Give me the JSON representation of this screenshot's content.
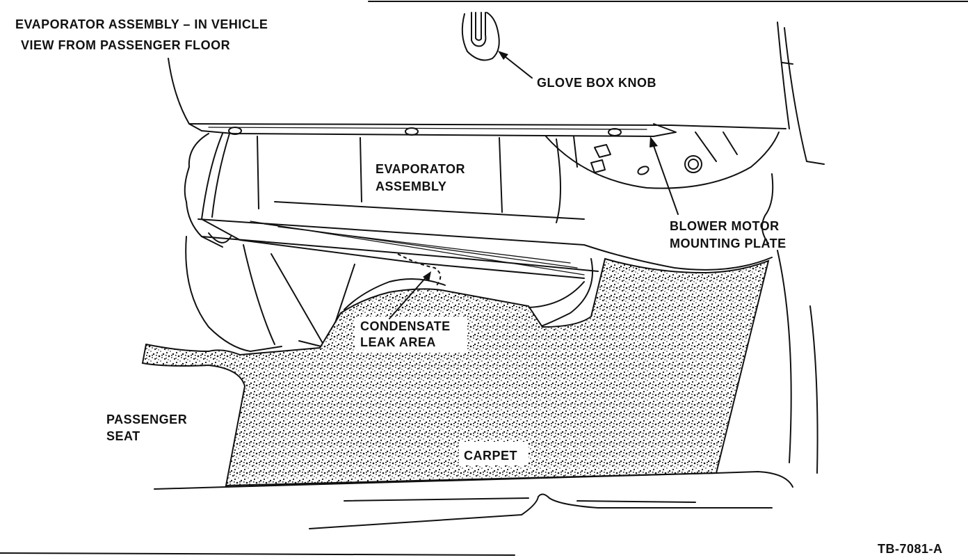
{
  "diagram": {
    "title_line1": "EVAPORATOR ASSEMBLY – IN VEHICLE",
    "title_line2": "VIEW FROM PASSENGER FLOOR",
    "labels": {
      "glove_box_knob": "GLOVE BOX KNOB",
      "evaporator_line1": "EVAPORATOR",
      "evaporator_line2": "ASSEMBLY",
      "blower_line1": "BLOWER MOTOR",
      "blower_line2": "MOUNTING PLATE",
      "condensate_line1": "CONDENSATE",
      "condensate_line2": "LEAK AREA",
      "passenger_line1": "PASSENGER",
      "passenger_line2": "SEAT",
      "carpet": "CARPET"
    },
    "figure_id": "TB-7081-A",
    "colors": {
      "ink": "#111111",
      "paper": "#ffffff"
    }
  }
}
